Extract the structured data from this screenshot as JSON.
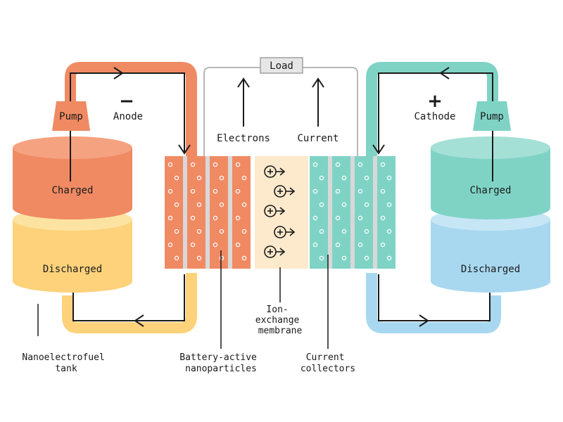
{
  "load": {
    "label": "Load"
  },
  "flow": {
    "electrons": "Electrons",
    "current": "Current"
  },
  "anode": {
    "sign": "−",
    "label": "Anode",
    "pump": "Pump",
    "tank_top": "Charged",
    "tank_bottom": "Discharged"
  },
  "cathode": {
    "sign": "+",
    "label": "Cathode",
    "pump": "Pump",
    "tank_top": "Charged",
    "tank_bottom": "Discharged"
  },
  "callouts": {
    "tank": [
      "Nanoelectrofuel",
      "tank"
    ],
    "particles": [
      "Battery-active",
      "nanoparticles"
    ],
    "membrane": [
      "Ion-",
      "exchange",
      "membrane"
    ],
    "collectors": [
      "Current",
      "collectors"
    ]
  },
  "colors": {
    "anode_charged": "#f08a63",
    "anode_discharged": "#fdd27a",
    "cathode_charged": "#7fd3c5",
    "cathode_discharged": "#a8d8f0",
    "membrane": "#fde9cc",
    "collector": "#d8d8d8",
    "load_box": "#e6e6e6"
  }
}
